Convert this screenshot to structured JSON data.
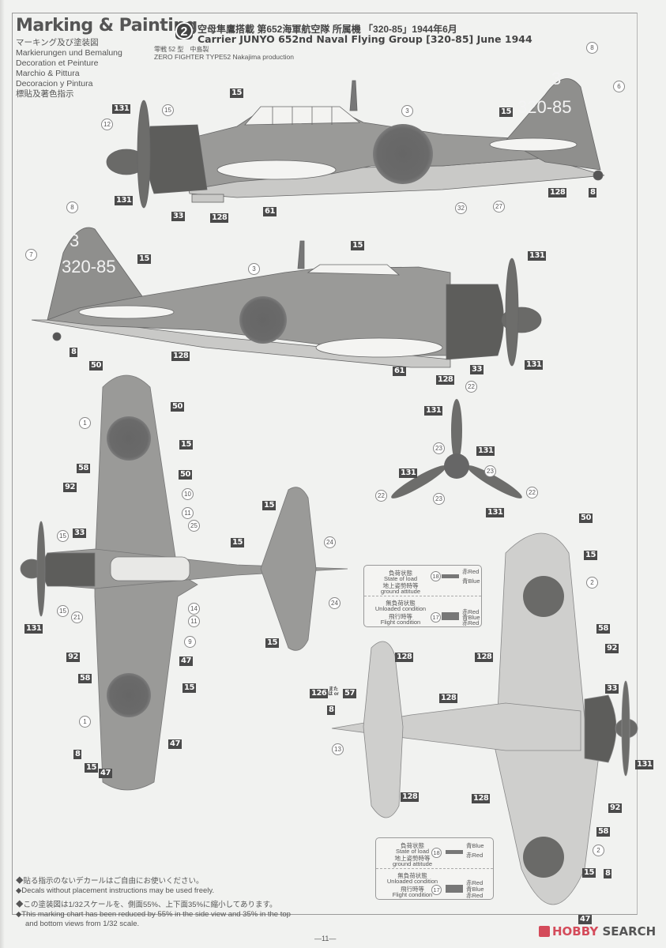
{
  "header": {
    "title": "Marking & Painting",
    "subtitles": [
      "マーキング及び塗装図",
      "Markierungen und Bemalung",
      "Decoration et Peinture",
      "Marchio & Pittura",
      "Decoracion y Pintura",
      "標貼及著色指示"
    ]
  },
  "scheme": {
    "number": "2",
    "title_jp": "空母隼鷹搭載 第652海軍航空隊 所属機 「320-85」1944年6月",
    "title_en": "Carrier JUNYO 652nd Naval Flying Group [320-85] June 1944",
    "type_jp": "零戦 52 型　中島製",
    "type_en": "ZERO FIGHTER TYPE52 Nakajima production"
  },
  "aircraft_marking": {
    "tail_code_top": "3",
    "tail_code": "320-85"
  },
  "callouts": {
    "side_view_right": {
      "boxed": [
        "131",
        "131",
        "15",
        "33",
        "128",
        "61",
        "15",
        "128",
        "8"
      ],
      "circled": [
        "15",
        "12",
        "3",
        "8",
        "6",
        "32",
        "27"
      ]
    },
    "side_view_left": {
      "boxed": [
        "15",
        "15",
        "8",
        "128",
        "131",
        "131",
        "61",
        "128",
        "33"
      ],
      "circled": [
        "8",
        "7",
        "3"
      ]
    },
    "propeller": {
      "boxed": [
        "131",
        "131",
        "131",
        "131"
      ],
      "circled": [
        "22",
        "22",
        "22",
        "23",
        "23",
        "23"
      ]
    },
    "top_view": {
      "boxed": [
        "50",
        "50",
        "15",
        "50",
        "58",
        "92",
        "33",
        "15",
        "131",
        "92",
        "58",
        "47",
        "15",
        "47",
        "8",
        "15",
        "47",
        "15",
        "15",
        "15"
      ],
      "circled": [
        "1",
        "10",
        "11",
        "25",
        "15",
        "15",
        "21",
        "14",
        "11",
        "9",
        "1",
        "24",
        "24"
      ]
    },
    "bottom_view": {
      "boxed": [
        "50",
        "15",
        "58",
        "92",
        "128",
        "128",
        "128",
        "128",
        "128",
        "33",
        "131",
        "92",
        "58",
        "15",
        "8",
        "47",
        "8",
        "126",
        "57"
      ],
      "circled": [
        "2",
        "13",
        "2"
      ],
      "or_text": "または or"
    }
  },
  "legend_top": {
    "sections": [
      {
        "label_jp": "負荷状態",
        "label_en": "State of load",
        "sub_jp": "地上姿勢時等",
        "sub_en": "ground attitude",
        "decal": "18",
        "colors": [
          "赤Red",
          "青Blue"
        ]
      },
      {
        "label_jp": "無負荷状態",
        "label_en": "Unloaded condition",
        "sub_jp": "飛行時等",
        "sub_en": "Flight condition",
        "decal": "17",
        "colors": [
          "赤Red",
          "青Blue",
          "赤Red"
        ]
      }
    ]
  },
  "legend_bottom": {
    "sections": [
      {
        "label_jp": "負荷状態",
        "label_en": "State of load",
        "sub_jp": "地上姿勢時等",
        "sub_en": "ground attitude",
        "decal": "18",
        "colors": [
          "青Blue",
          "赤Red"
        ]
      },
      {
        "label_jp": "無負荷状態",
        "label_en": "Unloaded condition",
        "sub_jp": "飛行時等",
        "sub_en": "Flight condition",
        "decal": "17",
        "colors": [
          "赤Red",
          "青Blue",
          "赤Red"
        ]
      }
    ]
  },
  "notes": [
    "◆貼る指示のないデカールはご自由にお使いください。",
    "◆Decals without placement instructions may be used freely.",
    "◆この塗装図は1/32スケールを、側面55%、上下面35%に縮小してあります。",
    "◆This marking chart has been reduced by 55% in the side view and 35% in the top",
    "and bottom views from 1/32 scale."
  ],
  "page_number": "—11—",
  "watermark": {
    "brand": "HOBBY",
    "suffix": " SEARCH"
  }
}
